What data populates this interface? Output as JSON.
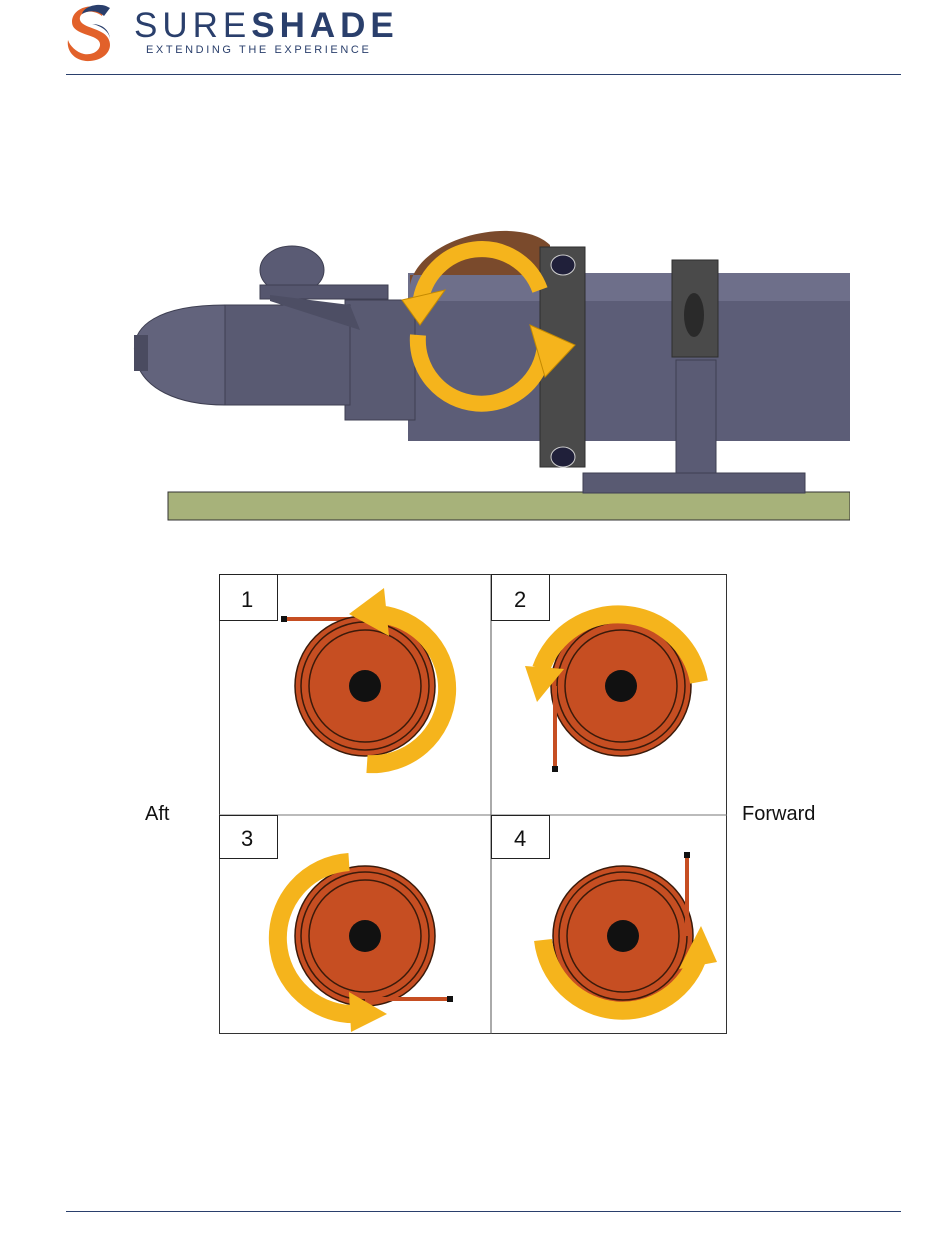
{
  "header": {
    "brand_part1": "SURE",
    "brand_part2": "SHADE",
    "tagline": "EXTENDING THE EXPERIENCE",
    "brand_colors": {
      "navy": "#2a3f6c",
      "orange": "#e2612a"
    }
  },
  "motor_figure": {
    "icons": [
      "rotation-arrow-icon"
    ],
    "colors": {
      "motor_body": "#5a5b74",
      "bracket": "#4a4a4a",
      "arrow": "#f5b41c",
      "deck": "#a7b27a"
    }
  },
  "coil_diagram": {
    "left_label": "Aft",
    "right_label": "Forward",
    "panels": [
      {
        "number": "1"
      },
      {
        "number": "2"
      },
      {
        "number": "3"
      },
      {
        "number": "4"
      }
    ],
    "colors": {
      "coil": "#c64e22",
      "arrow": "#f5b41c",
      "hub": "#111111"
    }
  }
}
